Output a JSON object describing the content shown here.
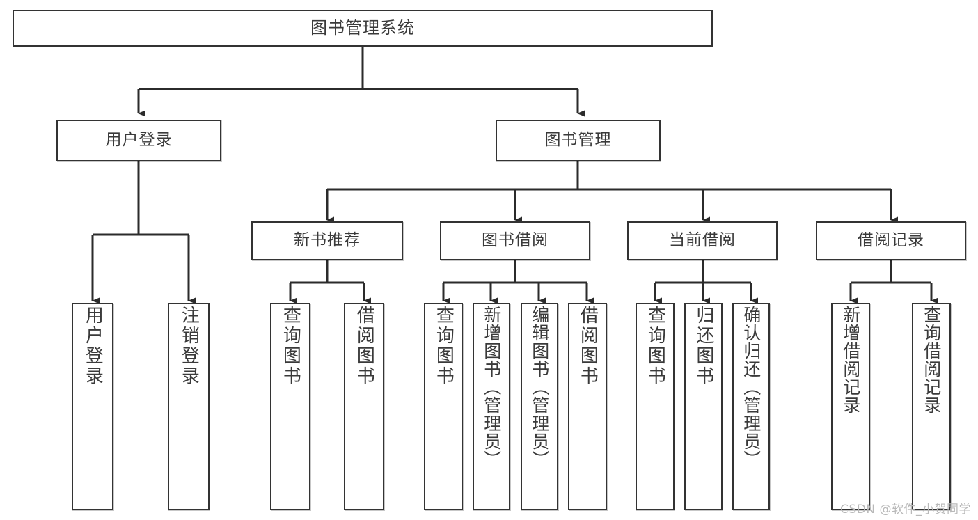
{
  "diagram": {
    "title": "图书管理系统",
    "type": "tree-hierarchy-chart",
    "root": {
      "id": "root",
      "label": "图书管理系统"
    },
    "level1": [
      {
        "id": "user-login",
        "label": "用户登录"
      },
      {
        "id": "book-manage",
        "label": "图书管理"
      }
    ],
    "level2": [
      {
        "id": "new-book-recommend",
        "label": "新书推荐",
        "parent": "book-manage"
      },
      {
        "id": "book-borrow",
        "label": "图书借阅",
        "parent": "book-manage"
      },
      {
        "id": "current-borrow",
        "label": "当前借阅",
        "parent": "book-manage"
      },
      {
        "id": "borrow-record",
        "label": "借阅记录",
        "parent": "book-manage"
      }
    ],
    "leaves": [
      {
        "id": "leaf-user-login",
        "label": "用户登录",
        "parent": "user-login"
      },
      {
        "id": "leaf-user-logout",
        "label": "注销登录",
        "parent": "user-login"
      },
      {
        "id": "leaf-query-book-1",
        "label": "查询图书",
        "parent": "new-book-recommend"
      },
      {
        "id": "leaf-borrow-book-1",
        "label": "借阅图书",
        "parent": "new-book-recommend"
      },
      {
        "id": "leaf-query-book-2",
        "label": "查询图书",
        "parent": "book-borrow"
      },
      {
        "id": "leaf-add-book",
        "label": "新增图书（管理员）",
        "parent": "book-borrow"
      },
      {
        "id": "leaf-edit-book",
        "label": "编辑图书（管理员）",
        "parent": "book-borrow"
      },
      {
        "id": "leaf-borrow-book-2",
        "label": "借阅图书",
        "parent": "book-borrow"
      },
      {
        "id": "leaf-query-book-3",
        "label": "查询图书",
        "parent": "current-borrow"
      },
      {
        "id": "leaf-return-book",
        "label": "归还图书",
        "parent": "current-borrow"
      },
      {
        "id": "leaf-confirm-return",
        "label": "确认归还（管理员）",
        "parent": "current-borrow"
      },
      {
        "id": "leaf-add-record",
        "label": "新增借阅记录",
        "parent": "borrow-record"
      },
      {
        "id": "leaf-query-record",
        "label": "查询借阅记录",
        "parent": "borrow-record"
      }
    ],
    "colors": {
      "box_border": "#333333",
      "box_fill": "#ffffff",
      "text": "#3a3a3a",
      "connector": "#2b2b2b",
      "watermark": "#b9b9b9",
      "background": "#ffffff"
    }
  },
  "watermark": {
    "text": "CSDN @软件_小贺同学"
  }
}
